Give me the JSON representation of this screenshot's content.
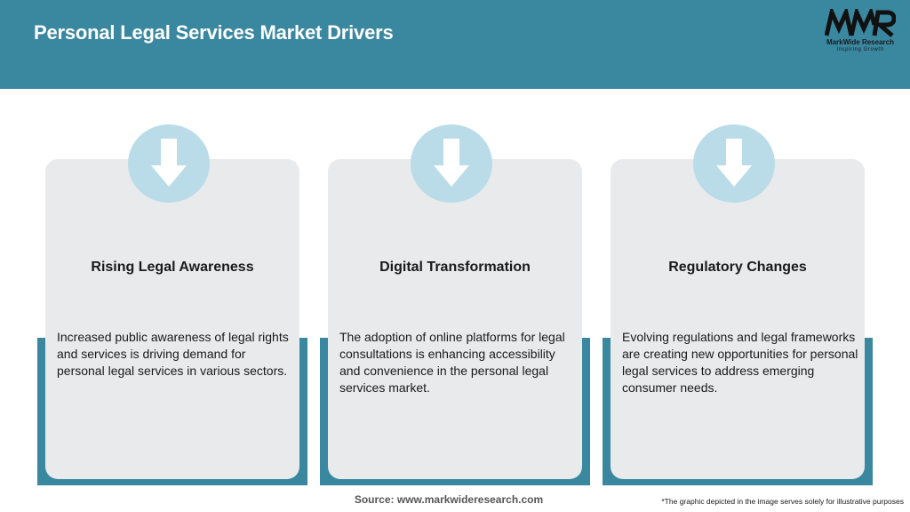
{
  "header": {
    "title": "Personal Legal Services Market Drivers"
  },
  "logo": {
    "mark": "MWR",
    "name": "MarkWide Research",
    "tagline": "Inspiring Growth"
  },
  "colors": {
    "header": "#3a87a0",
    "card_bg": "#e8eaec",
    "icon_circle": "#b9dce8",
    "accent": "#3a87a0"
  },
  "cards": [
    {
      "icon": "arrow-down-icon",
      "title": "Rising Legal Awareness",
      "description": "Increased public awareness of legal rights and services is driving demand for personal legal services in various sectors."
    },
    {
      "icon": "arrow-down-icon",
      "title": "Digital Transformation",
      "description": "The adoption of online platforms for legal consultations is enhancing accessibility and convenience in the personal legal services market."
    },
    {
      "icon": "arrow-down-icon",
      "title": "Regulatory Changes",
      "description": "Evolving regulations and legal frameworks are creating new opportunities for personal legal services to address emerging consumer needs."
    }
  ],
  "footer": {
    "source": "Source: www.markwideresearch.com",
    "disclaimer": "*The graphic depicted in the image serves solely for illustrative purposes"
  }
}
